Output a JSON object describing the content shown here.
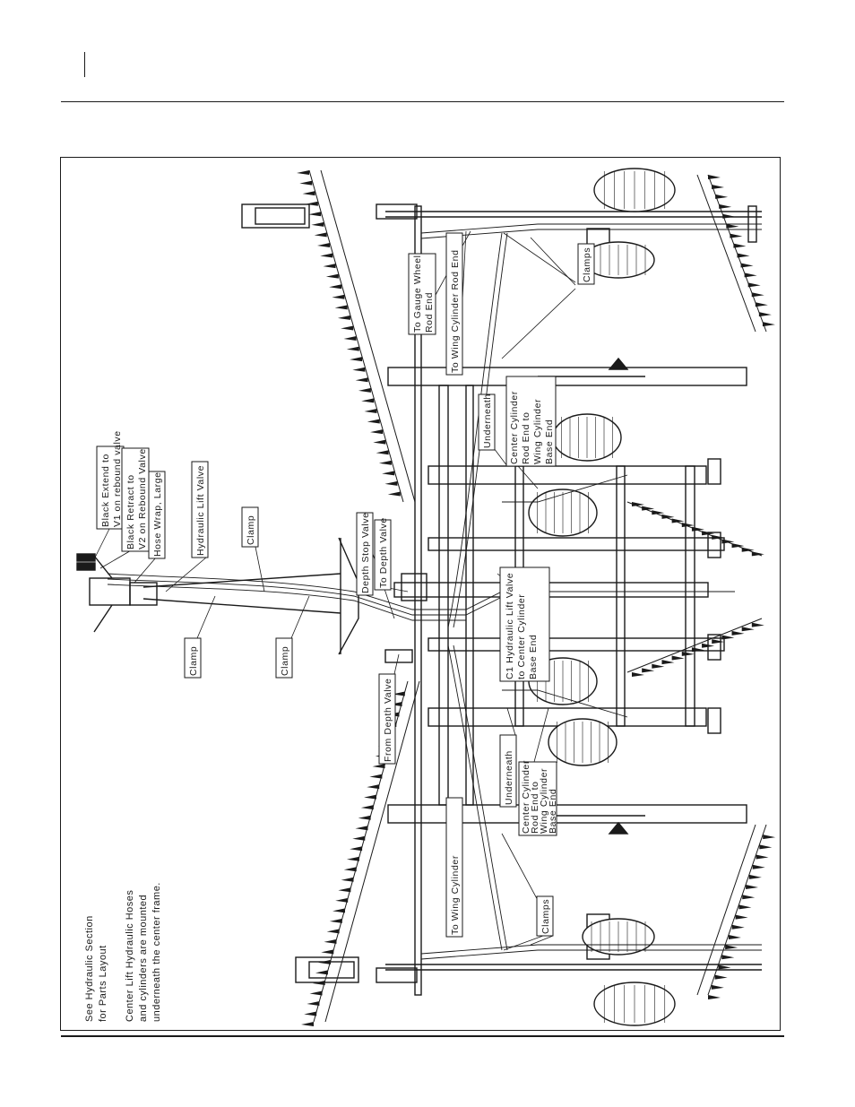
{
  "notes": {
    "line1": "See Hydraulic Section",
    "line2": "for Parts Layout",
    "line3": "Center Lift Hydraulic Hoses",
    "line4": "and cylinders are mounted",
    "line5": "underneath the center frame."
  },
  "labels": {
    "black_extend_1": "Black Extend to",
    "black_extend_2": "V1 on rebound valve",
    "black_retract_1": "Black Retract to",
    "black_retract_2": "V2 on Rebound Valve",
    "hose_wrap": "Hose Wrap, Large",
    "hydraulic_lift_valve": "Hydraulic Lift Valve",
    "clamp_top": "Clamp",
    "depth_stop_valve": "Depth Stop Valve",
    "to_depth_valve": "To Depth Valve",
    "clamp_left": "Clamp",
    "clamp_mid": "Clamp",
    "from_depth_valve": "From Depth Valve",
    "gauge_wheel_1": "To Gauge Wheel",
    "gauge_wheel_2": "Rod End",
    "wing_rod_end": "To Wing Cylinder Rod End",
    "clamps_right": "Clamps",
    "underneath_right": "Underneath",
    "center_cyl_r_1": "Center Cylinder",
    "center_cyl_r_2": "Rod End to",
    "center_cyl_r_3": "Wing Cylinder",
    "center_cyl_r_4": "Base End",
    "c1_1": "C1 Hydraulic Lift Valve",
    "c1_2": "to Center Cylinder",
    "c1_3": "Base End",
    "underneath_left": "Underneath",
    "center_cyl_l_1": "Center Cylinder",
    "center_cyl_l_2": "Rod End to",
    "center_cyl_l_3": "Wing Cylinder",
    "center_cyl_l_4": "Base End",
    "clamps_left": "Clamps",
    "to_wing_cylinder": "To Wing Cylinder"
  }
}
